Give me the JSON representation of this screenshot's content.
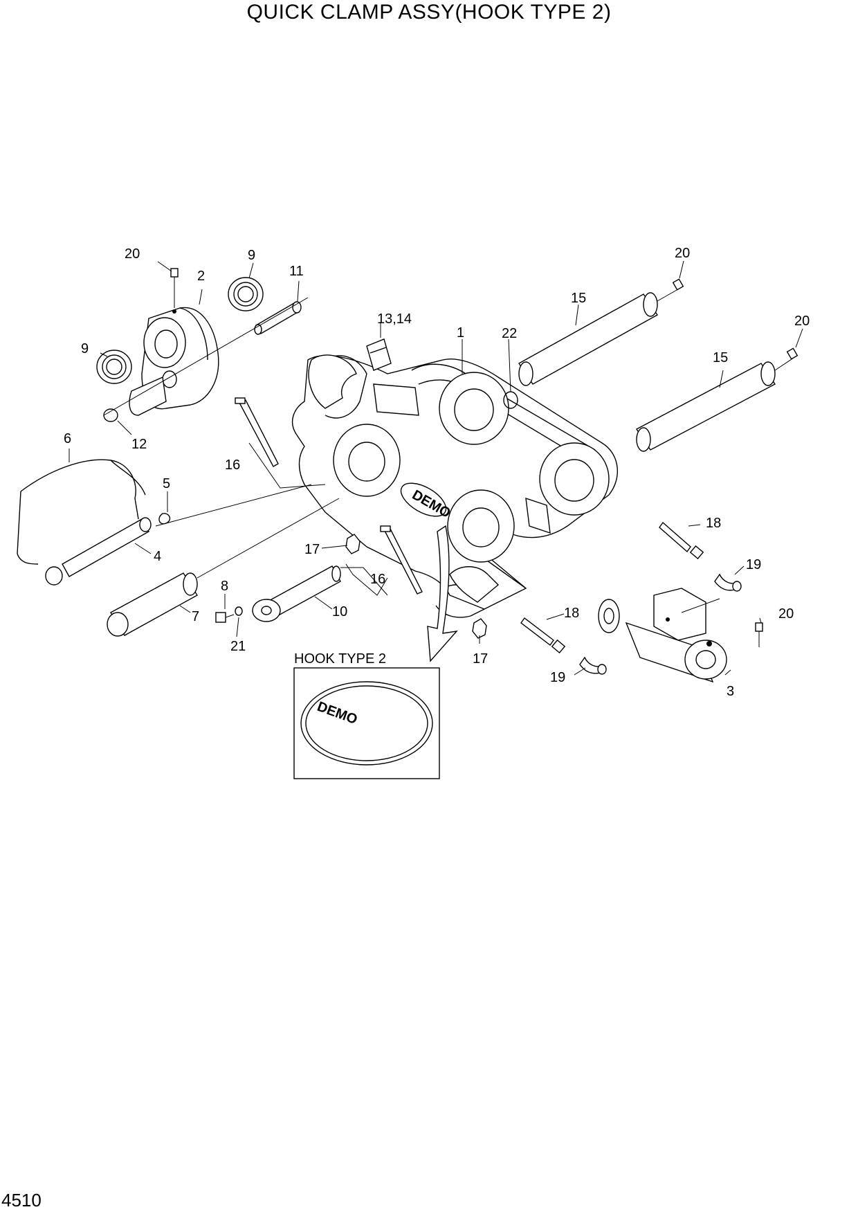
{
  "title": "QUICK CLAMP ASSY(HOOK TYPE 2)",
  "page_number": "4510",
  "inset": {
    "label": "HOOK TYPE 2",
    "logo_text": "DEMO"
  },
  "main_logo_text": "DEMO",
  "callouts": {
    "c1": "1",
    "c2": "2",
    "c3": "3",
    "c4": "4",
    "c5": "5",
    "c6": "6",
    "c7": "7",
    "c8": "8",
    "c9a": "9",
    "c9b": "9",
    "c10": "10",
    "c11": "11",
    "c12": "12",
    "c13_14": "13,14",
    "c15a": "15",
    "c15b": "15",
    "c16a": "16",
    "c16b": "16",
    "c17a": "17",
    "c17b": "17",
    "c18a": "18",
    "c18b": "18",
    "c19a": "19",
    "c19b": "19",
    "c20a": "20",
    "c20b": "20",
    "c20c": "20",
    "c20d": "20",
    "c21": "21",
    "c22": "22"
  }
}
